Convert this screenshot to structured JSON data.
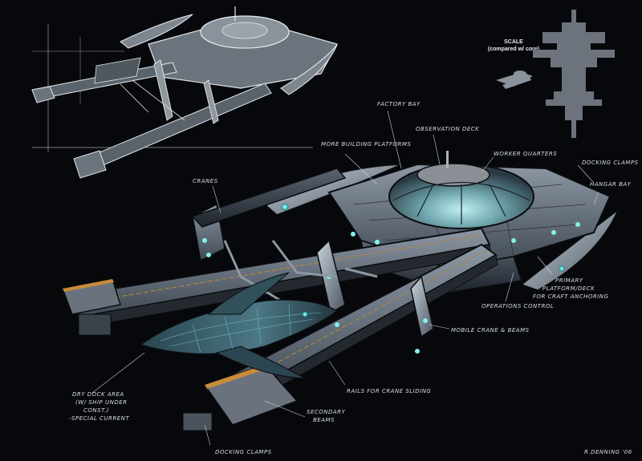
{
  "scale_title": "SCALE",
  "scale_subtitle": "(compared w/ core)",
  "labels": {
    "factory_bay": "FACTORY BAY",
    "observation_deck": "OBSERVATION DECK",
    "more_buildings": "MORE BUILDING PLATFORMS",
    "workers_quarters": "WORKER QUARTERS",
    "docking_clamps_top": "DOCKING CLAMPS",
    "hangar": "HANGAR BAY",
    "cranes": "CRANES",
    "primary_platform_1": "PRIMARY",
    "primary_platform_2": "PLATFORM/DECK",
    "primary_platform_3": "FOR CRAFT ANCHORING",
    "operations_control": "OPERATIONS CONTROL",
    "mobile_crane": "MOBILE CRANE & BEAMS",
    "rails": "RAILS FOR CRANE SLIDING",
    "dry_dock_1": "DRY DOCK AREA",
    "dry_dock_2": "(W/ SHIP UNDER",
    "dry_dock_3": "CONST.)",
    "dry_dock_4": "-SPECIAL CURRENT",
    "secondary_1": "SECONDARY",
    "secondary_2": "BEAMS",
    "docking_clamps_bottom": "DOCKING CLAMPS",
    "signature": "R.DENNING '06"
  }
}
